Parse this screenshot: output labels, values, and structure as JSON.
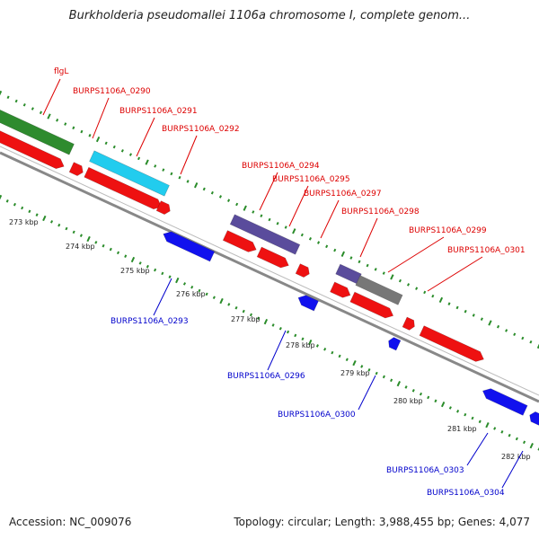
{
  "title": "Burkholderia pseudomallei 1106a chromosome I, complete genom...",
  "footer": {
    "accession": "Accession: NC_009076",
    "stats": "Topology: circular; Length: 3,988,455 bp; Genes: 4,077"
  },
  "colors": {
    "backbone": "#888888",
    "tick": "#2a8c2a",
    "forward_gene_label": "#dd0000",
    "reverse_gene_label": "#0000cc",
    "cds": "#ee1111",
    "reverse_cds": "#1111ee",
    "green_gene": "#2e8b2e",
    "cyan_gene": "#22ccee",
    "purple_gene": "#5a4c9c",
    "gray_gene": "#777777"
  },
  "kbp_labels": [
    "273 kbp",
    "274 kbp",
    "275 kbp",
    "276 kbp",
    "277 kbp",
    "278 kbp",
    "279 kbp",
    "280 kbp",
    "281 kbp",
    "282 kbp"
  ],
  "forward_labels": [
    "flgL",
    "BURPS1106A_0290",
    "BURPS1106A_0291",
    "BURPS1106A_0292",
    "BURPS1106A_0294",
    "BURPS1106A_0295",
    "BURPS1106A_0297",
    "BURPS1106A_0298",
    "BURPS1106A_0299",
    "BURPS1106A_0301"
  ],
  "reverse_labels": [
    "BURPS1106A_0293",
    "BURPS1106A_0296",
    "BURPS1106A_0300",
    "BURPS1106A_0303",
    "BURPS1106A_0304"
  ]
}
